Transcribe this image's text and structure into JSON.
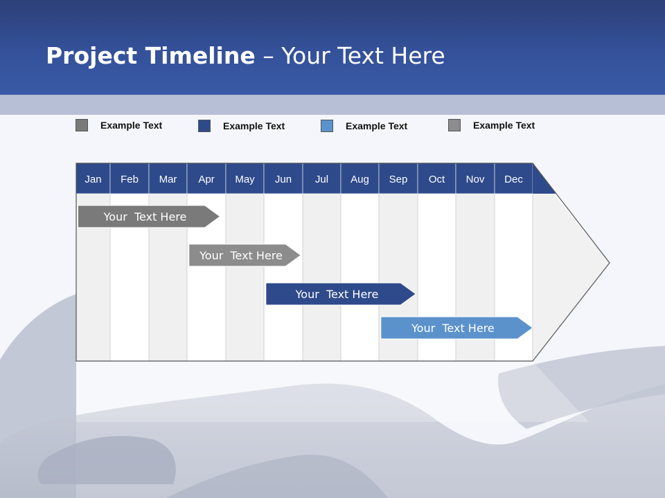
{
  "header": {
    "title_bold": "Project Timeline",
    "title_rest": " – Your Text Here"
  },
  "legend": [
    {
      "label": "Example Text",
      "color": "#7a7a7a"
    },
    {
      "label": "Example Text",
      "color": "#2e4a8a"
    },
    {
      "label": "Example Text",
      "color": "#5b92cc"
    },
    {
      "label": "Example Text",
      "color": "#8c8c8c"
    }
  ],
  "colors": {
    "header_bg": "#34519a",
    "month_header_bg": "#2e4a8a",
    "grid_shade": "#f0f0f0",
    "grid_white": "#ffffff"
  },
  "chart_data": {
    "type": "gantt",
    "months": [
      "Jan",
      "Feb",
      "Mar",
      "Apr",
      "May",
      "Jun",
      "Jul",
      "Aug",
      "Sep",
      "Oct",
      "Nov",
      "Dec"
    ],
    "tasks": [
      {
        "label": "Your  Text Here",
        "start": 0.05,
        "end": 3.85,
        "color": "#7a7a7a"
      },
      {
        "label": "Your  Text Here",
        "start": 3.05,
        "end": 5.95,
        "color": "#8c8c8c"
      },
      {
        "label": "Your  Text Here",
        "start": 5.05,
        "end": 8.95,
        "color": "#2e4a8a"
      },
      {
        "label": "Your  Text Here",
        "start": 8.05,
        "end": 12.0,
        "color": "#5b92cc"
      }
    ]
  }
}
